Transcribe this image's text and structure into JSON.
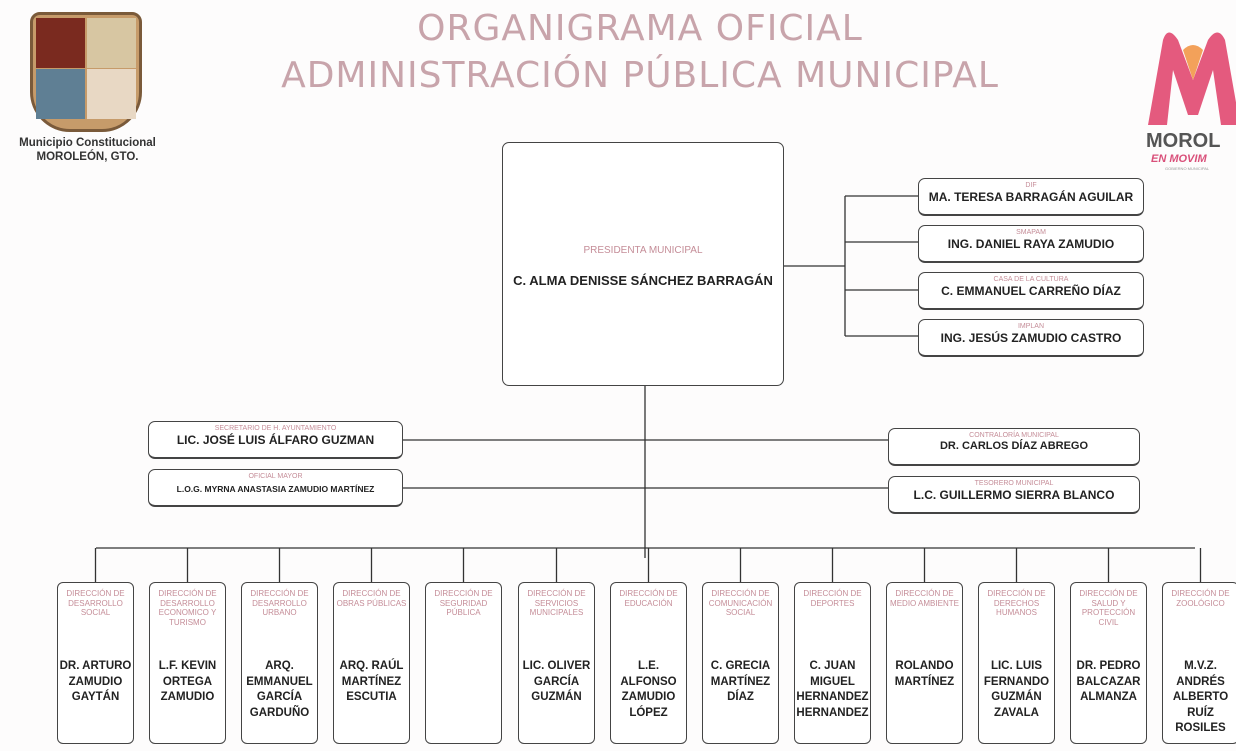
{
  "header": {
    "title_line1": "ORGANIGRAMA OFICIAL",
    "title_line2": "ADMINISTRACIÓN PÚBLICA MUNICIPAL",
    "municipio_line1": "Municipio Constitucional",
    "municipio_line2": "MOROLEÓN, GTO.",
    "brand_name": "MOROL",
    "brand_tagline": "EN MOVIM",
    "brand_small": "GOBIERNO MUNICIPAL"
  },
  "presidenta": {
    "role": "PRESIDENTA MUNICIPAL",
    "name": "C. ALMA DENISSE SÁNCHEZ BARRAGÁN"
  },
  "organismos": [
    {
      "role": "DIF",
      "name": "MA. TERESA BARRAGÁN AGUILAR"
    },
    {
      "role": "SMAPAM",
      "name": "ING. DANIEL RAYA ZAMUDIO"
    },
    {
      "role": "CASA DE LA CULTURA",
      "name": "C. EMMANUEL CARREÑO DÍAZ"
    },
    {
      "role": "IMPLAN",
      "name": "ING. JESÚS ZAMUDIO CASTRO"
    }
  ],
  "staff_left": [
    {
      "role": "SECRETARIO DE H. AYUNTAMIENTO",
      "name": "LIC. JOSÉ LUIS ÁLFARO GUZMAN"
    },
    {
      "role": "OFICIAL MAYOR",
      "name": "L.O.G. MYRNA ANASTASIA ZAMUDIO MARTÍNEZ"
    }
  ],
  "staff_right": [
    {
      "role": "CONTRALORÍA MUNICIPAL",
      "name": "DR. CARLOS DÍAZ ABREGO"
    },
    {
      "role": "TESORERO MUNICIPAL",
      "name": "L.C. GUILLERMO SIERRA BLANCO"
    }
  ],
  "direcciones": [
    {
      "role": "DIRECCIÓN DE DESARROLLO SOCIAL",
      "name": "DR. ARTURO ZAMUDIO GAYTÁN"
    },
    {
      "role": "DIRECCIÓN DE DESARROLLO ECONOMICO Y TURISMO",
      "name": "L.F. KEVIN ORTEGA ZAMUDIO"
    },
    {
      "role": "DIRECCIÓN DE DESARROLLO URBANO",
      "name": "ARQ. EMMANUEL GARCÍA GARDUÑO"
    },
    {
      "role": "DIRECCIÓN DE OBRAS PÚBLICAS",
      "name": "ARQ. RAÚL MARTÍNEZ ESCUTIA"
    },
    {
      "role": "DIRECCIÓN DE SEGURIDAD PÚBLICA",
      "name": ""
    },
    {
      "role": "DIRECCIÓN DE SERVICIOS MUNICIPALES",
      "name": "LIC. OLIVER GARCÍA GUZMÁN"
    },
    {
      "role": "DIRECCIÓN DE EDUCACIÓN",
      "name": "L.E. ALFONSO ZAMUDIO LÓPEZ"
    },
    {
      "role": "DIRECCIÓN DE COMUNICACIÓN SOCIAL",
      "name": "C. GRECIA MARTÍNEZ DÍAZ"
    },
    {
      "role": "DIRECCIÓN DE DEPORTES",
      "name": "C. JUAN MIGUEL HERNANDEZ HERNANDEZ"
    },
    {
      "role": "DIRECCIÓN DE MEDIO AMBIENTE",
      "name": "ROLANDO MARTÍNEZ"
    },
    {
      "role": "DIRECCIÓN DE DERECHOS HUMANOS",
      "name": "LIC. LUIS FERNANDO GUZMÁN ZAVALA"
    },
    {
      "role": "DIRECCIÓN DE SALUD Y PROTECCIÓN CIVIL",
      "name": "DR. PEDRO BALCAZAR ALMANZA"
    },
    {
      "role": "DIRECCIÓN DE ZOOLÓGICO",
      "name": "M.V.Z. ANDRÉS ALBERTO RUÍZ ROSILES"
    }
  ]
}
